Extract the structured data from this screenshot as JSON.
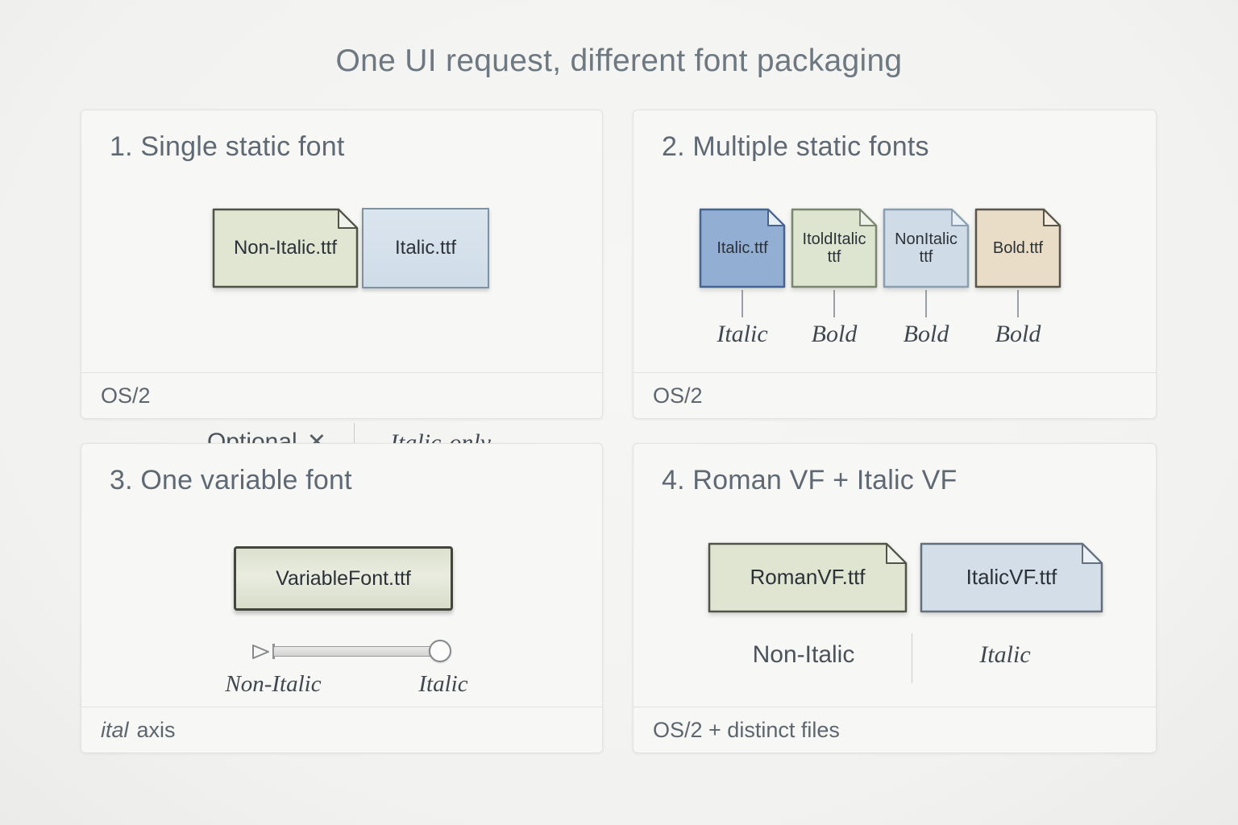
{
  "title": "One UI request, different font packaging",
  "panels": {
    "p1": {
      "heading": "1. Single static font",
      "files": [
        {
          "label": "Non-Italic.ttf"
        },
        {
          "label": "Italic.ttf"
        }
      ],
      "optional_label": "Optional",
      "x_icon": "✕",
      "italic_only_label": "Italic-only",
      "footer": "OS/2"
    },
    "p2": {
      "heading": "2. Multiple static fonts",
      "files": [
        {
          "label": "Italic.ttf",
          "tag": "Italic"
        },
        {
          "label": "ItoldItalic\nttf",
          "tag": "Bold"
        },
        {
          "label": "NonItalic\nttf",
          "tag": "Bold"
        },
        {
          "label": "Bold.ttf",
          "tag": "Bold"
        }
      ],
      "footer": "OS/2"
    },
    "p3": {
      "heading": "3. One variable font",
      "file_label": "VariableFont.ttf",
      "slider": {
        "min_label": "Non-Italic",
        "max_label": "Italic",
        "knob_position": "max"
      },
      "footer_axis_name": "ital",
      "footer_suffix": "axis"
    },
    "p4": {
      "heading": "4. Roman VF + Italic VF",
      "files": [
        {
          "label": "RomanVF.ttf"
        },
        {
          "label": "ItalicVF.ttf"
        }
      ],
      "left_label": "Non-Italic",
      "right_label": "Italic",
      "footer": "OS/2 + distinct files"
    }
  },
  "colors": {
    "page_bg": "#f2f2f0",
    "panel_bg": "#f7f7f5",
    "heading_text": "#5f6973",
    "file_text": "#2c3137",
    "file_green": "#dfe5d1",
    "file_blue_light": "#d3dee9",
    "file_blue_strong": "#92aed3",
    "file_tan": "#e9ddc7"
  }
}
